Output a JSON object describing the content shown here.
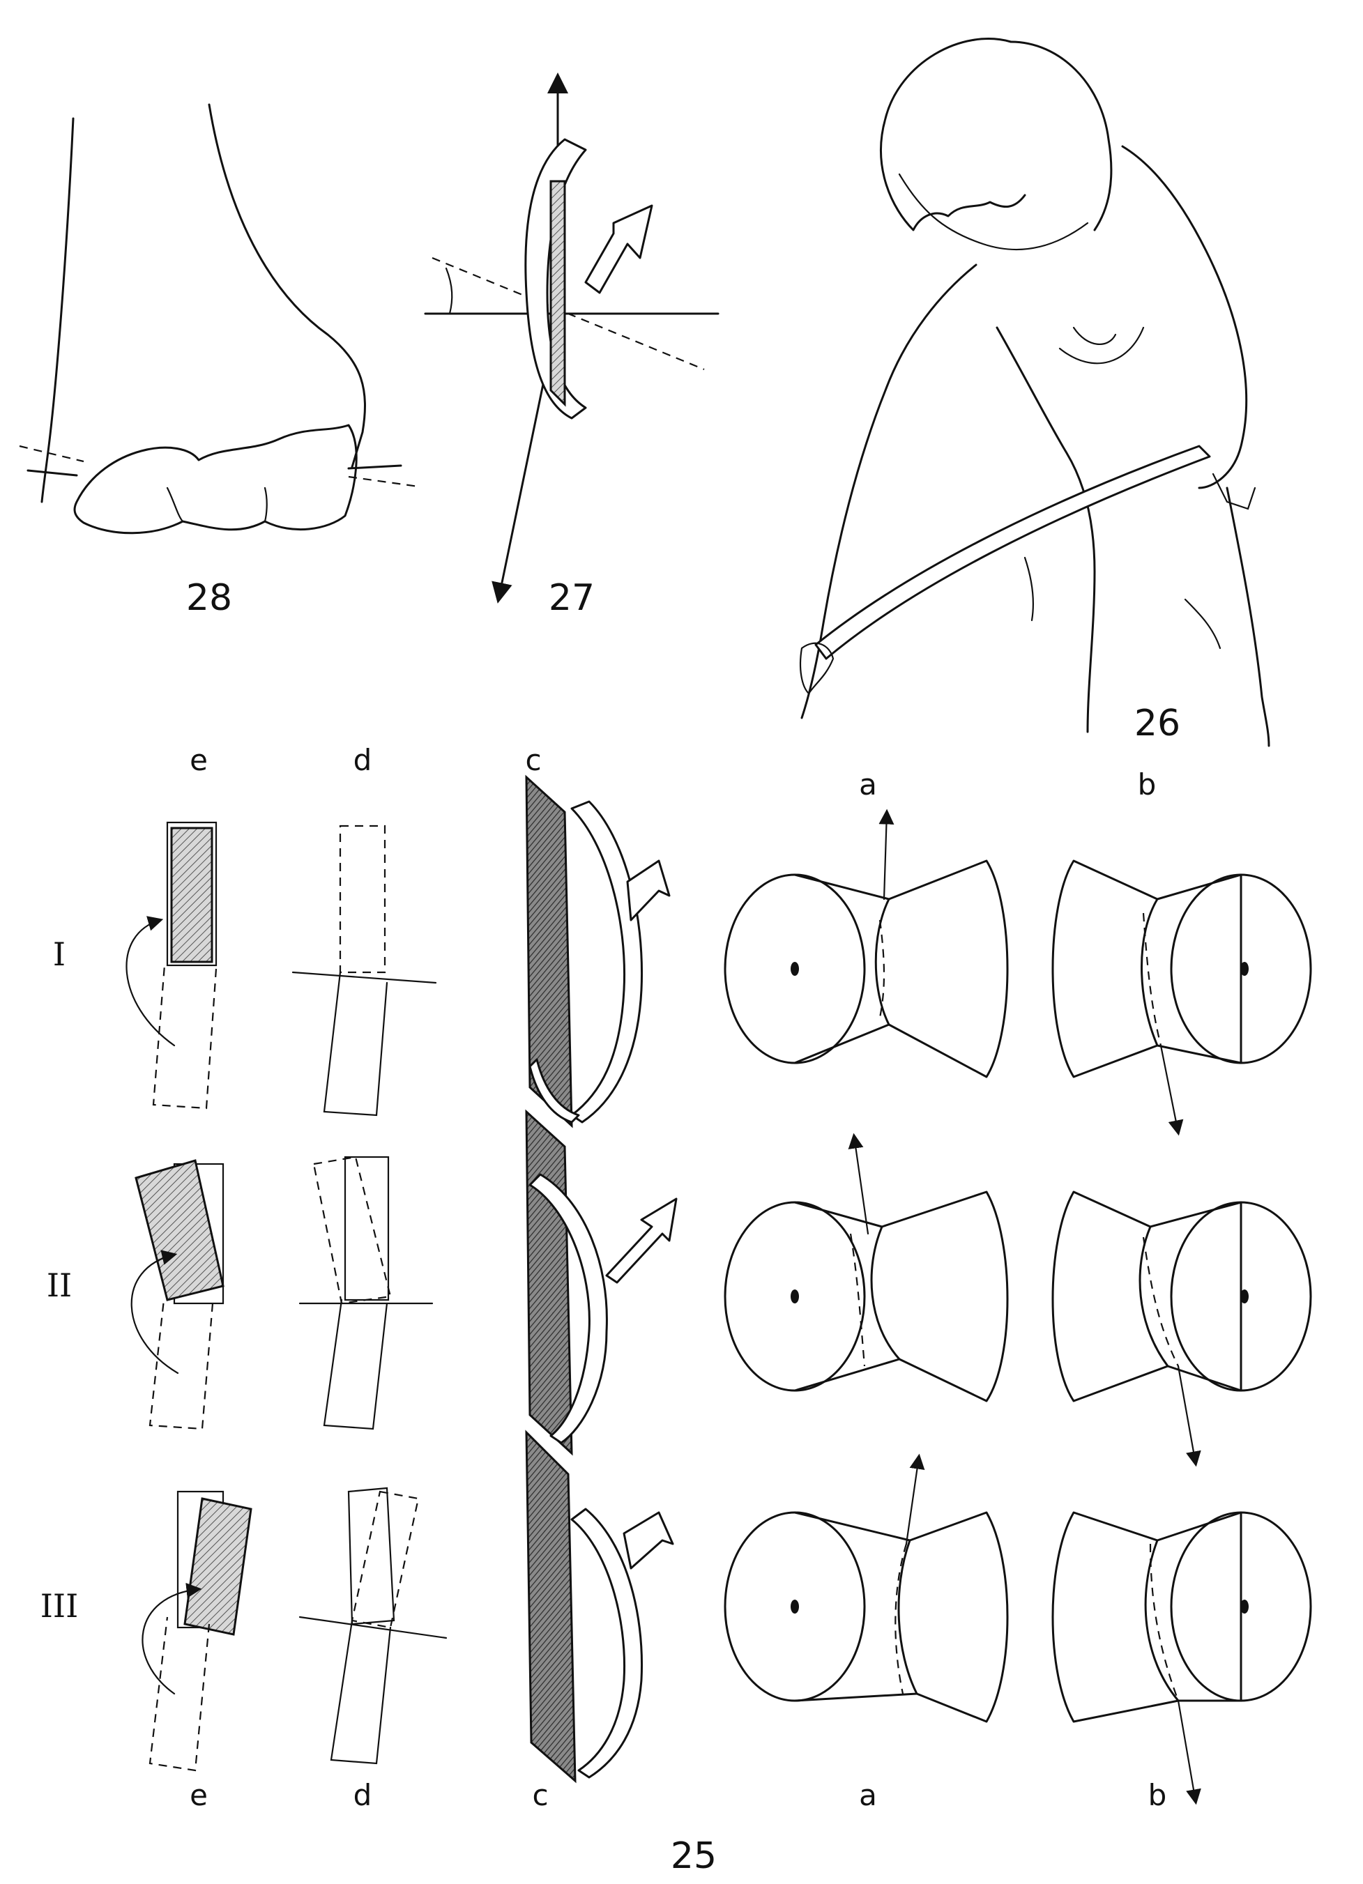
{
  "figure_numbers": {
    "fig28": "28",
    "fig27": "27",
    "fig26": "26",
    "fig25": "25"
  },
  "column_labels_top": [
    "e",
    "d",
    "c",
    "a",
    "b"
  ],
  "column_labels_bottom": [
    "e",
    "d",
    "c",
    "a",
    "b"
  ],
  "row_labels": [
    "I",
    "II",
    "III"
  ],
  "colors": {
    "ink": "#111111",
    "paper": "#ffffff"
  }
}
